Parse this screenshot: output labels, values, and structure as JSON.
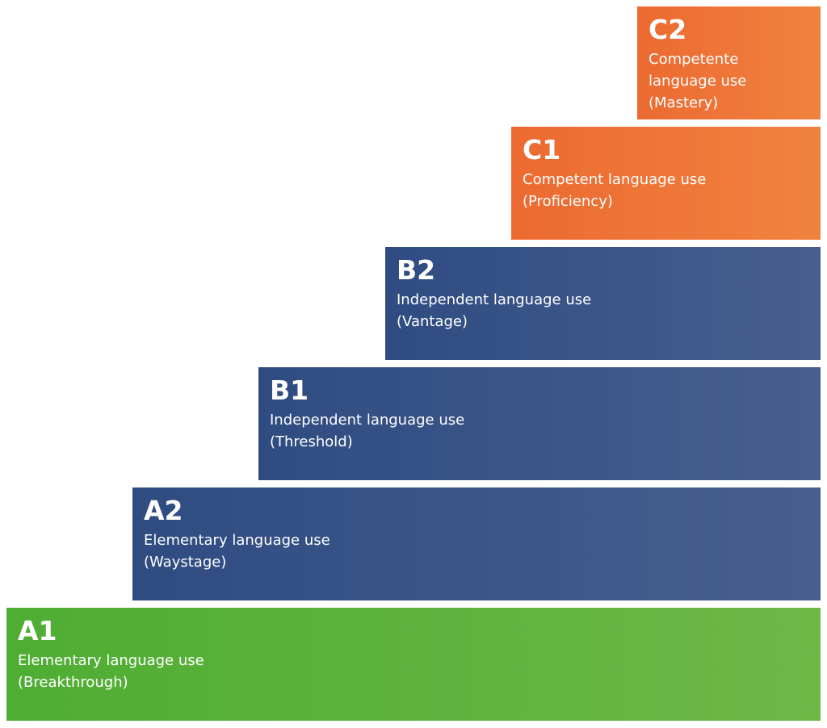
{
  "levels": [
    {
      "code": "C2",
      "line1": "Competente",
      "line2": "language use",
      "line3": "(Mastery)"
    },
    {
      "code": "C1",
      "line1": "Competent language use",
      "line2": "(Proficiency)"
    },
    {
      "code": "B2",
      "line1": "Independent language use",
      "line2": "(Vantage)"
    },
    {
      "code": "B1",
      "line1": "Independent language use",
      "line2": "(Threshold)"
    },
    {
      "code": "A2",
      "line1": "Elementary language use",
      "line2": "(Waystage)"
    },
    {
      "code": "A1",
      "line1": "Elementary language use",
      "line2": "(Breakthrough)"
    }
  ],
  "colors": {
    "proficient": "#ec6a31",
    "independent": "#2f4c82",
    "basic": "#4fad33",
    "text": "#ffffff"
  }
}
